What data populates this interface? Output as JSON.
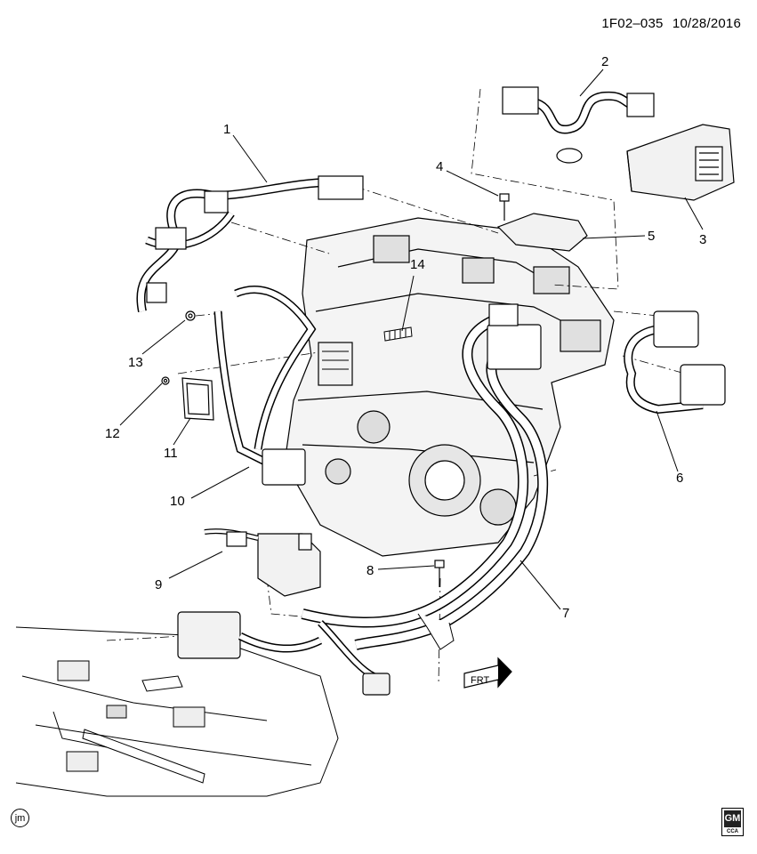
{
  "header": {
    "diagram_id": "1F02–035",
    "date": "10/28/2016"
  },
  "callouts": [
    "1",
    "2",
    "3",
    "4",
    "5",
    "6",
    "7",
    "8",
    "9",
    "10",
    "11",
    "12",
    "13",
    "14"
  ],
  "front_marker": "FRT",
  "author_mark": "jm",
  "logo": {
    "name": "gm-logo",
    "text": "GM",
    "sub": "CCA"
  }
}
